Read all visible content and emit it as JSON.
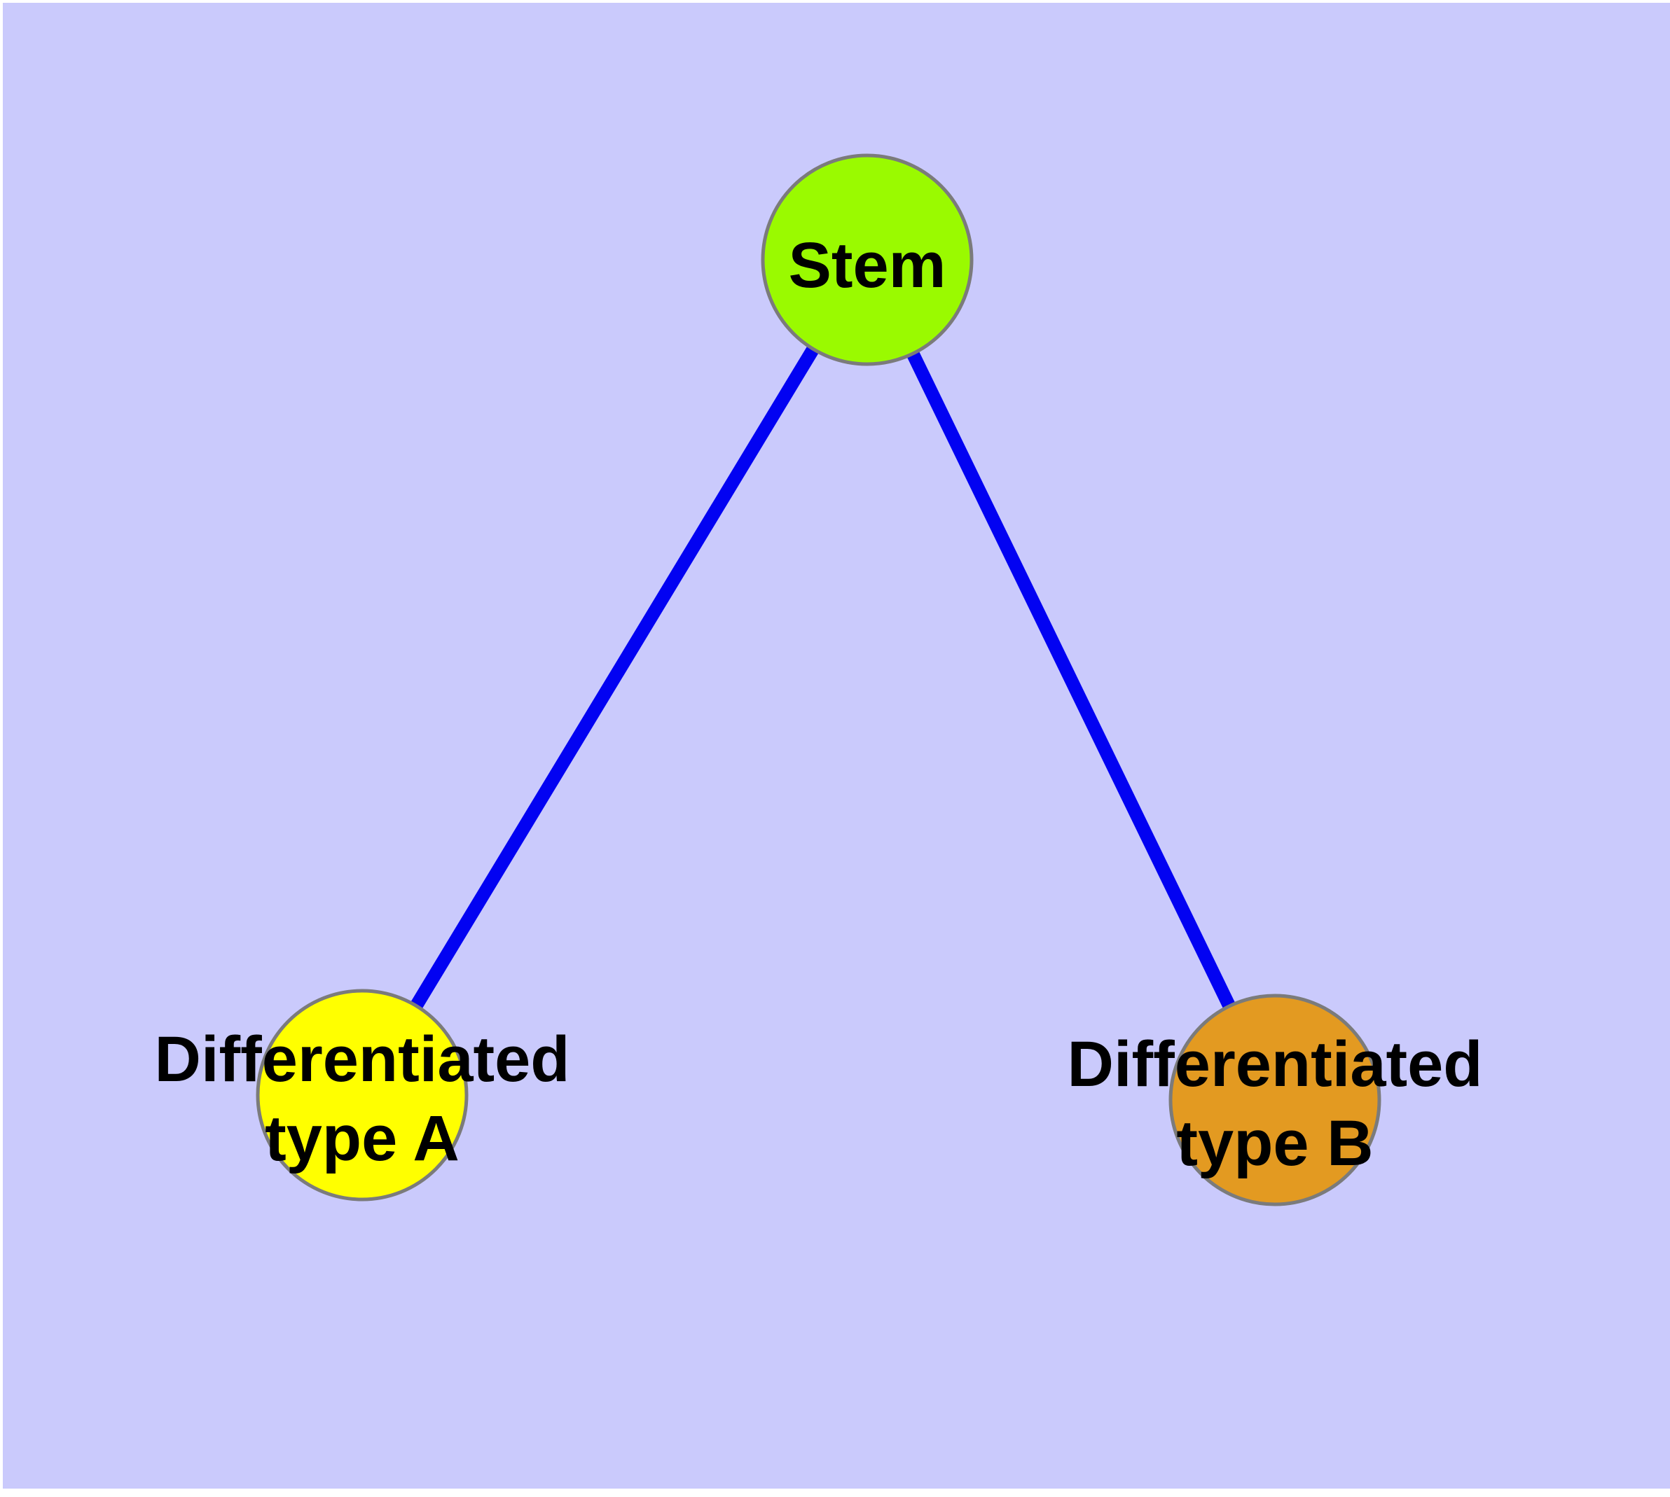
{
  "figure": {
    "description": "Undirected graph diagram of stem cell differentiation: one Stem node connected to two differentiated cell type nodes",
    "background_color": "#CACAFC",
    "margin_color": "#FFFFFF",
    "edge_color": "#0202F2",
    "node_border_color": "#7B7B7B",
    "text_color": "#000000",
    "nodes": [
      {
        "id": "stem",
        "label": "Stem",
        "line1": "Stem",
        "line2": "",
        "fill_color": "#9AFA00"
      },
      {
        "id": "differentiated-type-a",
        "label": "Differentiated type A",
        "line1": "Differentiated",
        "line2": "type A",
        "fill_color": "#FFFF00"
      },
      {
        "id": "differentiated-type-b",
        "label": "Differentiated type B",
        "line1": "Differentiated",
        "line2": "type B",
        "fill_color": "#E39A21"
      }
    ],
    "edges": [
      {
        "from": "Stem",
        "to": "Differentiated type A",
        "color": "#0202F2"
      },
      {
        "from": "Stem",
        "to": "Differentiated type B",
        "color": "#0202F2"
      }
    ]
  }
}
